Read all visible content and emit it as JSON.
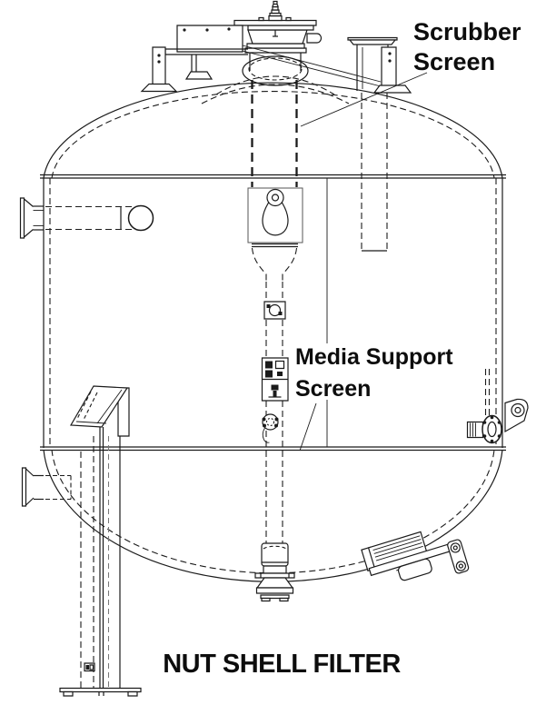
{
  "page": {
    "background_color": "#ffffff",
    "line_color": "#1b1b1b",
    "text_color": "#0d0d0d",
    "drawing_type": "technical line drawing of a pressure vessel"
  },
  "labels": {
    "scrubber": {
      "line1": "Scrubber",
      "line2": "Screen"
    },
    "media": {
      "line1": "Media Support",
      "line2": "Screen"
    },
    "title": "NUT SHELL FILTER"
  }
}
